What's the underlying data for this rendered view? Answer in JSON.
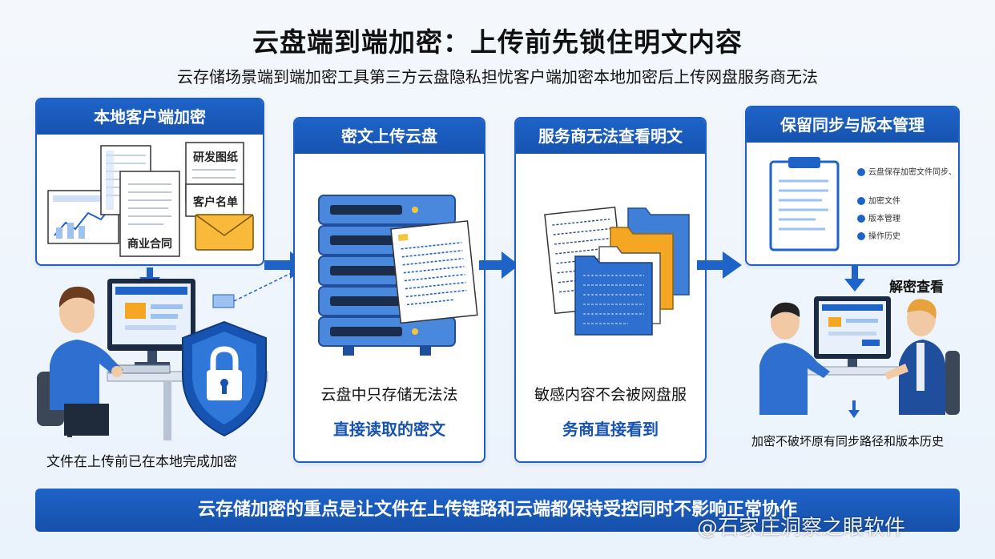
{
  "header": {
    "title": "云盘端到端加密：上传前先锁住明文内容",
    "subtitle": "云存储场景端到端加密工具第三方云盘隐私担忧客户端加密本地加密后上传网盘服务商无法"
  },
  "steps": [
    {
      "title": "本地客户端加密",
      "doc_labels": [
        "研发图纸",
        "客户名单",
        "商业合同"
      ],
      "caption": "文件在上传前已在本地完成加密"
    },
    {
      "title": "密文上传云盘",
      "caption_line1": "云盘中只存储无法法",
      "caption_line2": "直接读取的密文"
    },
    {
      "title": "服务商无法查看明文",
      "caption_line1": "敏感内容不会被网盘服",
      "caption_line2": "务商直接看到"
    },
    {
      "title": "保留同步与版本管理",
      "list_items": [
        "云盘保存加密文件同步、",
        "加密文件",
        "版本管理",
        "操作历史"
      ],
      "decrypt_label": "解密查看",
      "caption": "加密不破坏原有同步路径和版本历史"
    }
  ],
  "footer": {
    "summary": "云存储加密的重点是让文件在上传链路和云端都保持受控同时不影响正常协作",
    "watermark": "@石家庄洞察之眼软件"
  },
  "colors": {
    "primary": "#1e63c8",
    "accent_orange": "#f5a623",
    "panel_border": "#1f5fc1"
  },
  "icons": [
    "document-icon",
    "envelope-icon",
    "shield-lock-icon",
    "server-rack-icon",
    "folder-icon",
    "clipboard-icon",
    "monitor-icon",
    "arrow-right-icon",
    "arrow-down-icon"
  ]
}
